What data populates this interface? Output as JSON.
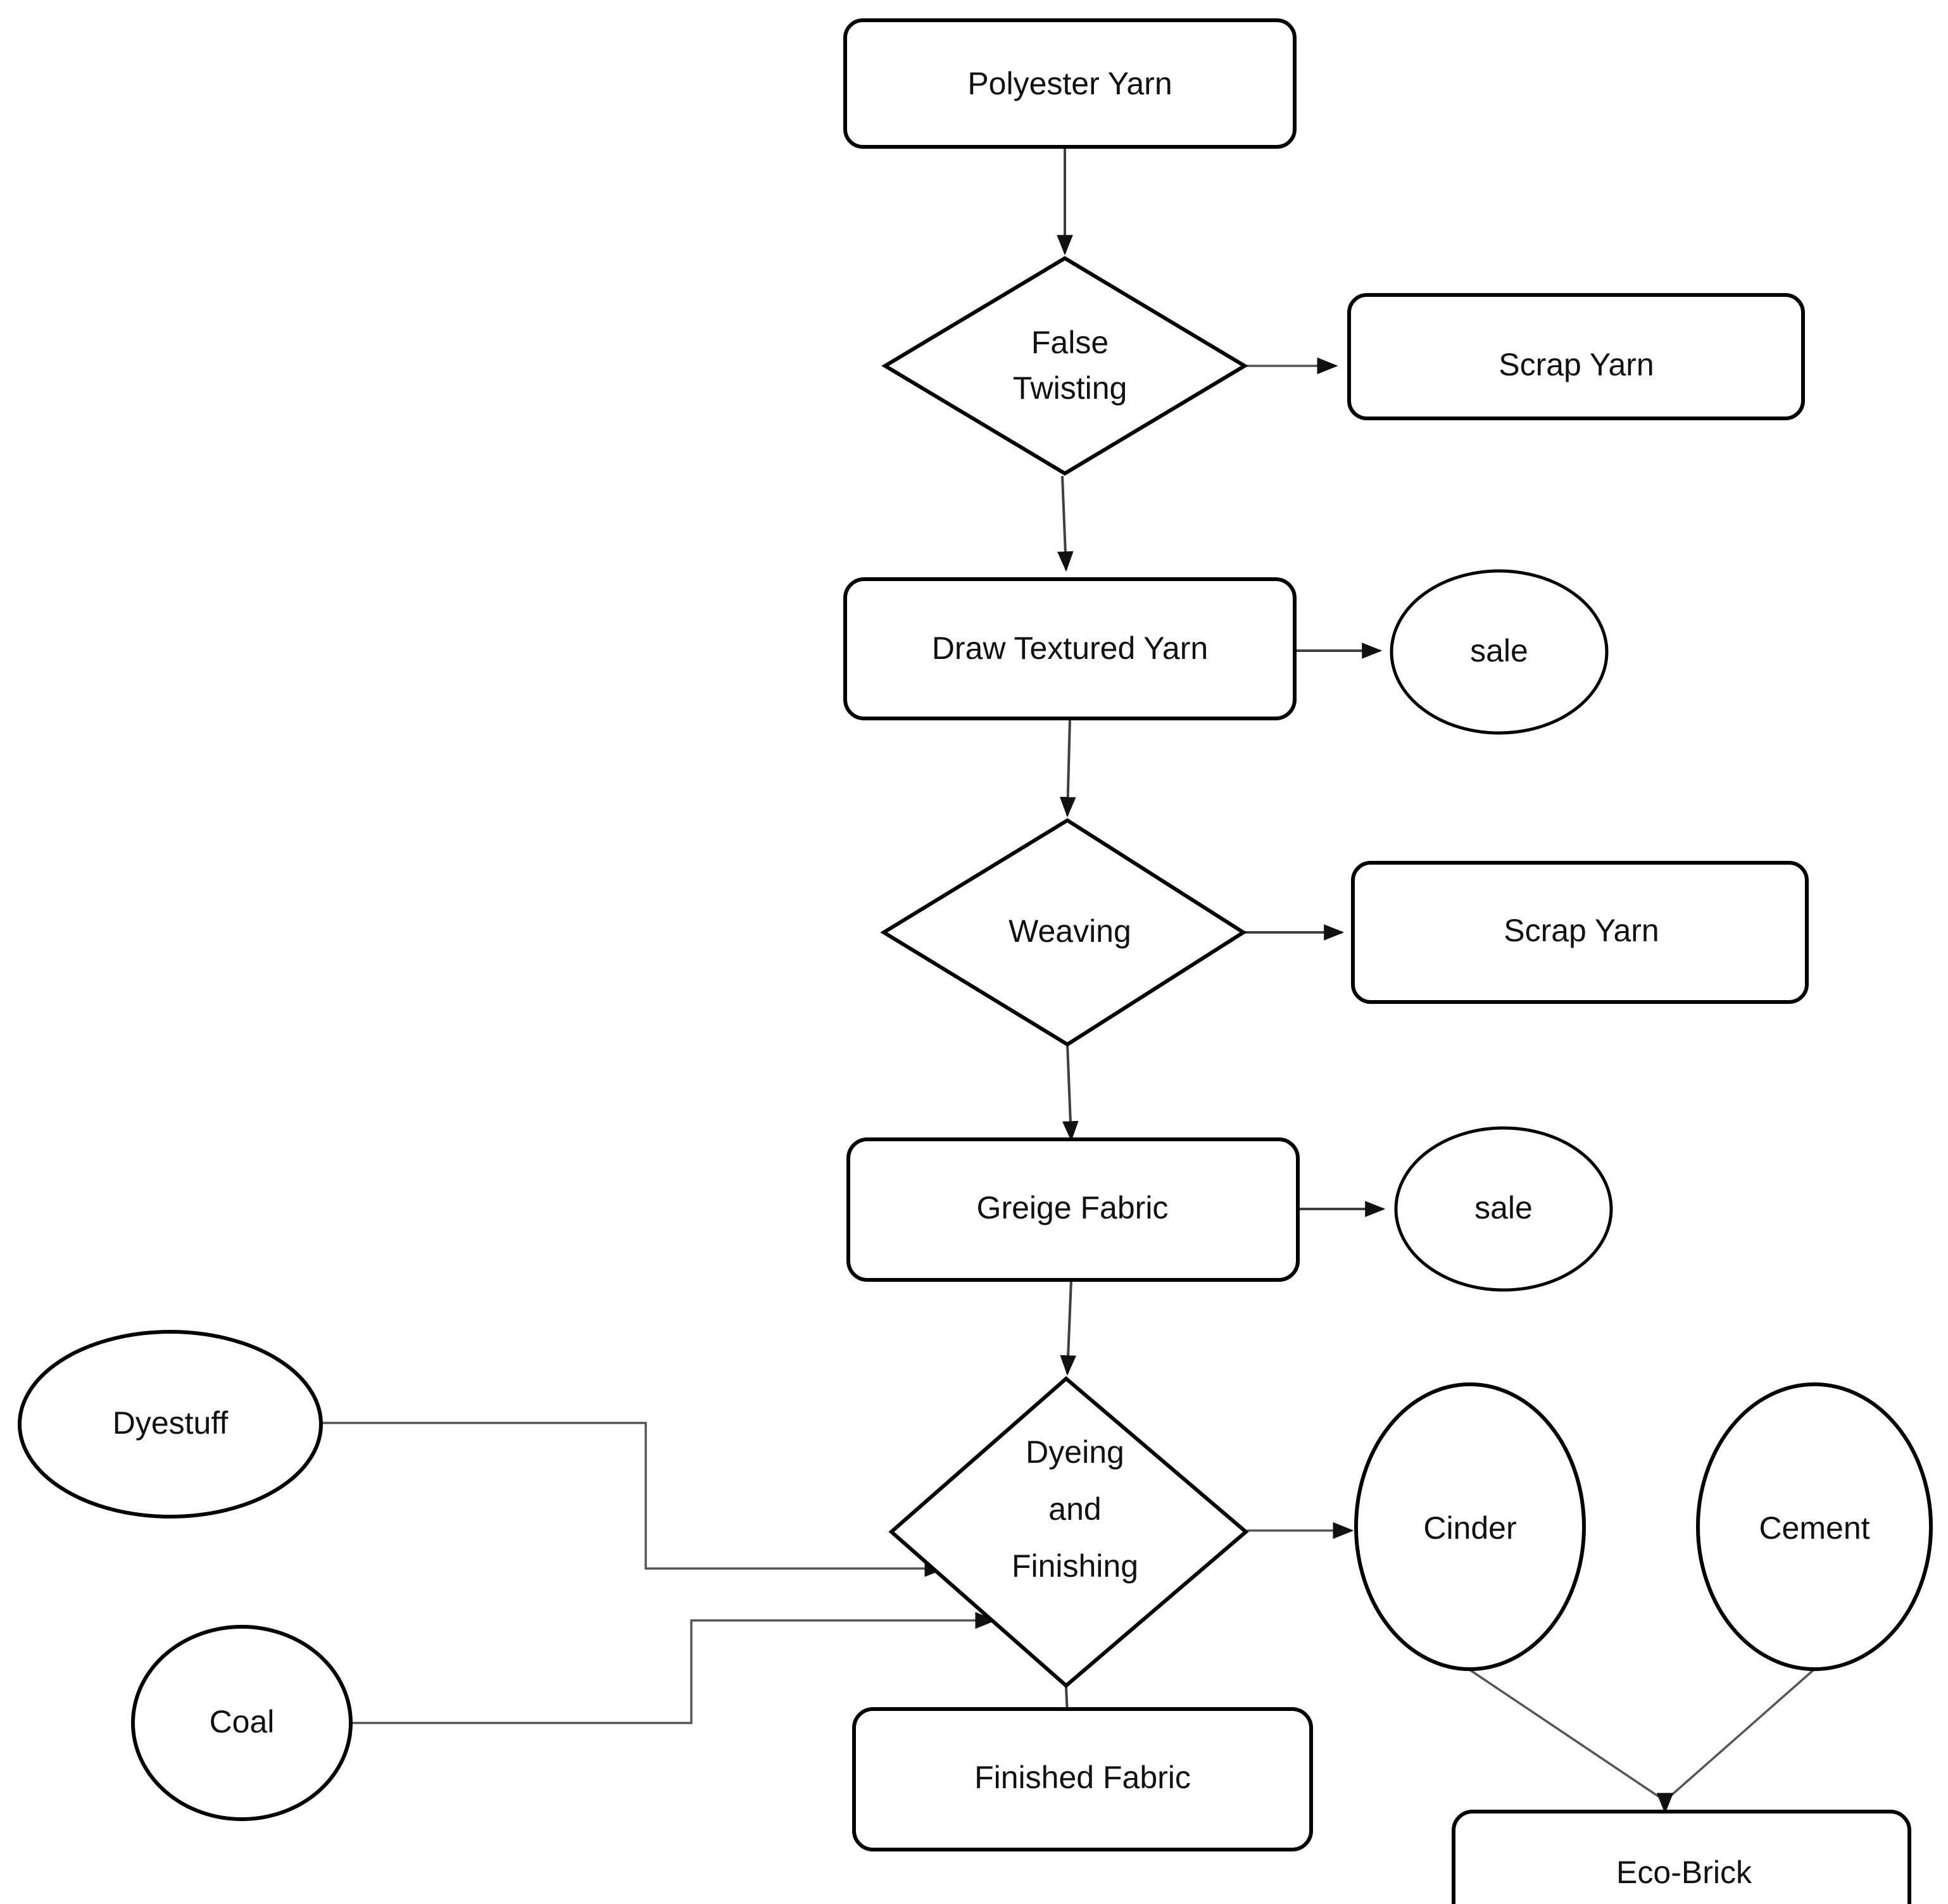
{
  "diagram": {
    "title": "Polyester textile production process flowchart",
    "background_color": "#ffffff",
    "stroke_color": "#000000",
    "edge_color": "#3f3f3f",
    "nodes": [
      {
        "id": "polyester_yarn",
        "label": "Polyester Yarn",
        "shape": "rounded-rect"
      },
      {
        "id": "false_twisting",
        "label": "False Twisting",
        "line1": "False",
        "line2": "Twisting",
        "shape": "diamond"
      },
      {
        "id": "scrap_yarn_1",
        "label": "Scrap Yarn",
        "shape": "rounded-rect"
      },
      {
        "id": "draw_textured",
        "label": "Draw Textured Yarn",
        "shape": "rounded-rect"
      },
      {
        "id": "sale_1",
        "label": "sale",
        "shape": "ellipse"
      },
      {
        "id": "weaving",
        "label": "Weaving",
        "shape": "diamond"
      },
      {
        "id": "scrap_yarn_2",
        "label": "Scrap Yarn",
        "shape": "rounded-rect"
      },
      {
        "id": "greige_fabric",
        "label": "Greige Fabric",
        "shape": "rounded-rect"
      },
      {
        "id": "sale_2",
        "label": "sale",
        "shape": "ellipse"
      },
      {
        "id": "dyeing_finishing",
        "label": "Dyeing and Finishing",
        "line1": "Dyeing",
        "line2": "and",
        "line3": "Finishing",
        "shape": "diamond"
      },
      {
        "id": "dyestuff",
        "label": "Dyestuff",
        "shape": "ellipse"
      },
      {
        "id": "coal",
        "label": "Coal",
        "shape": "ellipse"
      },
      {
        "id": "finished_fabric",
        "label": "Finished Fabric",
        "shape": "rounded-rect"
      },
      {
        "id": "cinder",
        "label": "Cinder",
        "shape": "ellipse"
      },
      {
        "id": "cement",
        "label": "Cement",
        "shape": "ellipse"
      },
      {
        "id": "eco_brick",
        "label": "Eco-Brick",
        "shape": "rounded-rect"
      }
    ],
    "edges": [
      {
        "from": "polyester_yarn",
        "to": "false_twisting",
        "arrow": true
      },
      {
        "from": "false_twisting",
        "to": "scrap_yarn_1",
        "arrow": true
      },
      {
        "from": "false_twisting",
        "to": "draw_textured",
        "arrow": true
      },
      {
        "from": "draw_textured",
        "to": "sale_1",
        "arrow": true
      },
      {
        "from": "draw_textured",
        "to": "weaving",
        "arrow": true
      },
      {
        "from": "weaving",
        "to": "scrap_yarn_2",
        "arrow": true
      },
      {
        "from": "weaving",
        "to": "greige_fabric",
        "arrow": true
      },
      {
        "from": "greige_fabric",
        "to": "sale_2",
        "arrow": true
      },
      {
        "from": "greige_fabric",
        "to": "dyeing_finishing",
        "arrow": true
      },
      {
        "from": "dyestuff",
        "to": "dyeing_finishing",
        "arrow": true
      },
      {
        "from": "coal",
        "to": "dyeing_finishing",
        "arrow": true
      },
      {
        "from": "dyeing_finishing",
        "to": "cinder",
        "arrow": true
      },
      {
        "from": "dyeing_finishing",
        "to": "finished_fabric",
        "arrow": true
      },
      {
        "from": "cinder",
        "to": "eco_brick",
        "arrow": true
      },
      {
        "from": "cement",
        "to": "eco_brick",
        "arrow": true
      }
    ]
  }
}
